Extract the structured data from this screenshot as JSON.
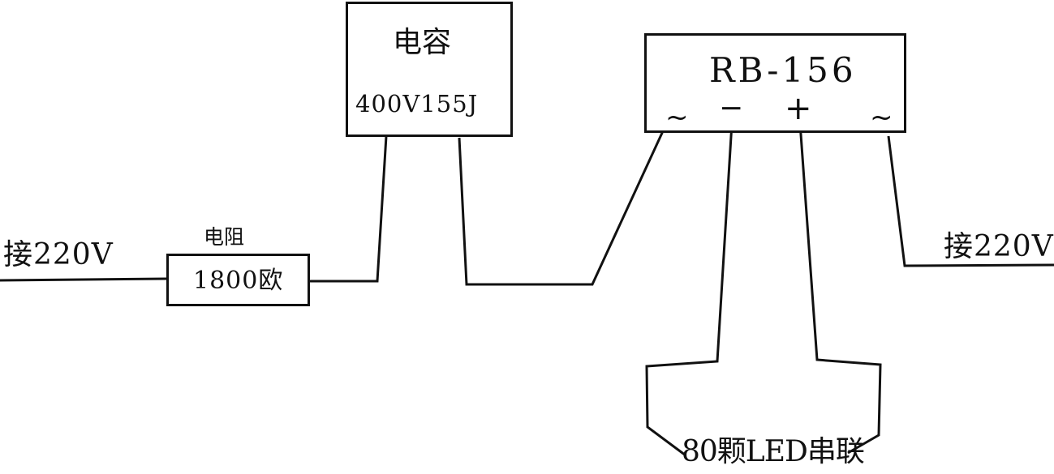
{
  "diagram": {
    "input_left_label": "接220V",
    "input_right_label": "接220V",
    "resistor": {
      "title": "电阻",
      "value": "1800欧"
    },
    "capacitor": {
      "title": "电容",
      "value": "400V155J"
    },
    "rectifier": {
      "model": "RB-156",
      "pin_ac_left": "~",
      "pin_negative": "−",
      "pin_positive": "+",
      "pin_ac_right": "~"
    },
    "led_string_label": "80颗LED串联"
  }
}
